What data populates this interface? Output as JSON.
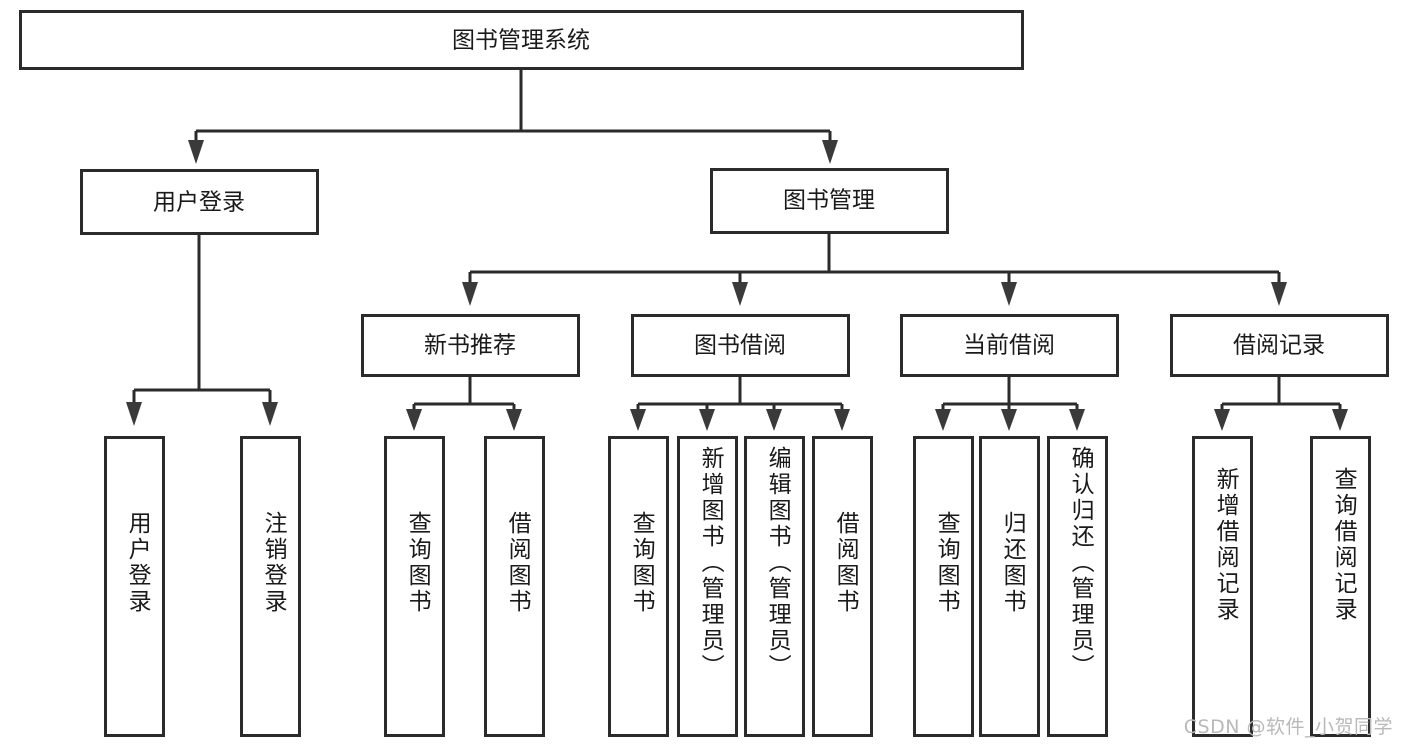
{
  "diagram": {
    "type": "tree",
    "title": "图书管理系统",
    "watermark": "CSDN @软件_小贺同学",
    "colors": {
      "box_stroke": "#2b2b2b",
      "box_fill": "#ffffff",
      "connector": "#2b2b2b",
      "arrow": "#3a3a3a",
      "text": "#1a1a1a",
      "watermark": "#b9b9b9"
    },
    "root": {
      "label": "图书管理系统"
    },
    "level2": [
      {
        "label": "用户登录"
      },
      {
        "label": "图书管理"
      }
    ],
    "level3": [
      {
        "label": "新书推荐"
      },
      {
        "label": "图书借阅"
      },
      {
        "label": "当前借阅"
      },
      {
        "label": "借阅记录"
      }
    ],
    "leaves": {
      "user_login": [
        {
          "label": "用户登录"
        },
        {
          "label": "注销登录"
        }
      ],
      "new_book_recommend": [
        {
          "label": "查询图书"
        },
        {
          "label": "借阅图书"
        }
      ],
      "book_borrow": [
        {
          "label": "查询图书"
        },
        {
          "label": "新增图书（管理员）"
        },
        {
          "label": "编辑图书（管理员）"
        },
        {
          "label": "借阅图书"
        }
      ],
      "current_borrow": [
        {
          "label": "查询图书"
        },
        {
          "label": "归还图书"
        },
        {
          "label": "确认归还（管理员）"
        }
      ],
      "borrow_record": [
        {
          "label": "新增借阅记录"
        },
        {
          "label": "查询借阅记录"
        }
      ]
    }
  }
}
